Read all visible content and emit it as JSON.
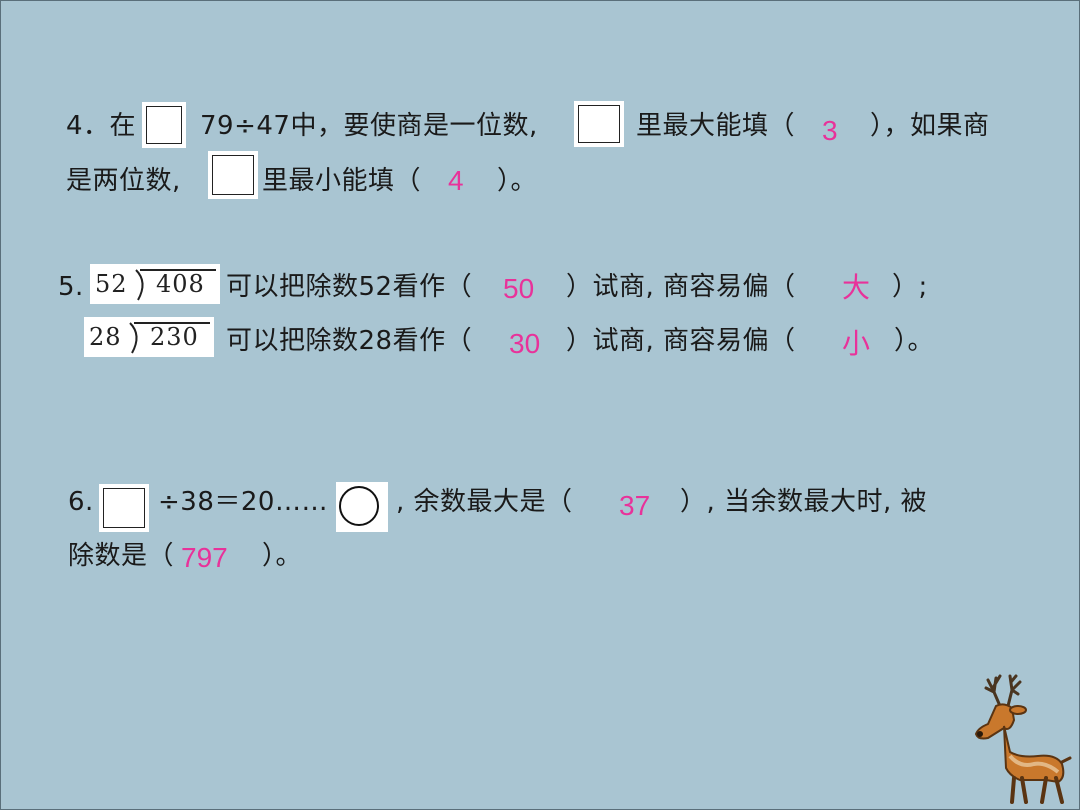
{
  "q4": {
    "number": "4．在",
    "expr": "79÷47中，要使商是一位数,",
    "mid": "里最大能填（",
    "ans1": "3",
    "after1": "），如果商",
    "line2_start": "是两位数,",
    "line2_mid": "里最小能填（",
    "ans2": "4",
    "line2_end": "）。"
  },
  "q5": {
    "number": "5.",
    "row1": {
      "divisor": "52",
      "dividend": "408",
      "text_a": "可以把除数52看作（",
      "ans_a": "50",
      "text_b": "）试商, 商容易偏（",
      "ans_b": "大",
      "text_c": "）;"
    },
    "row2": {
      "divisor": "28",
      "dividend": "230",
      "text_a": "可以把除数28看作（",
      "ans_a": "30",
      "text_b": "）试商, 商容易偏（",
      "ans_b": "小",
      "text_c": "）。"
    }
  },
  "q6": {
    "number": "6.",
    "expr": "÷38＝20……",
    "text_a": ", 余数最大是（",
    "ans_a": "37",
    "text_b": "）, 当余数最大时, 被",
    "line2": "除数是（",
    "ans_b": "797",
    "line2_end": "）。"
  },
  "colors": {
    "background": "#a9c5d2",
    "answer": "#e8329a",
    "text": "#1a1a1a"
  },
  "decoration": {
    "icon": "deer-icon"
  }
}
